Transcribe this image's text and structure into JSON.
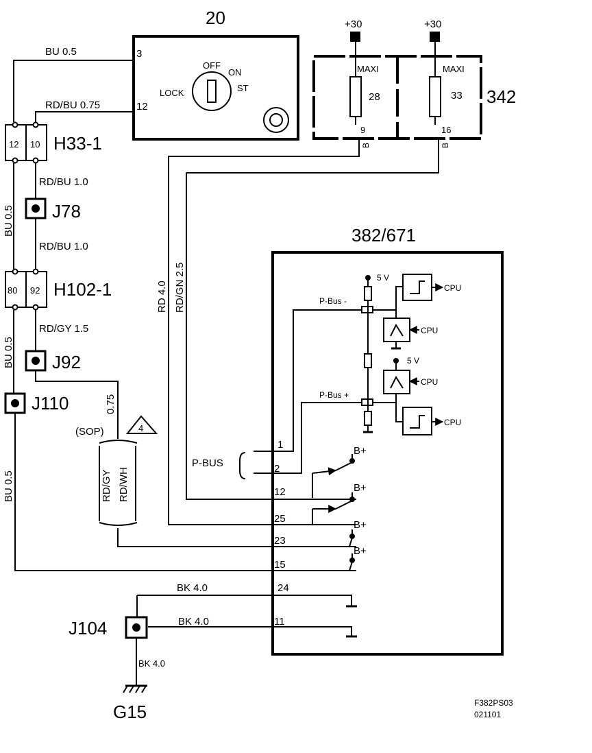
{
  "ignition_switch": {
    "id": "20",
    "pin_3": "3",
    "pin_12": "12",
    "pos_off": "OFF",
    "pos_on": "ON",
    "pos_lock": "LOCK",
    "pos_st": "ST"
  },
  "fuse_box": {
    "id": "342",
    "feed_left": "+30",
    "feed_right": "+30",
    "fuse_left_type": "MAXI",
    "fuse_left_no": "28",
    "fuse_left_pin": "9",
    "fuse_right_type": "MAXI",
    "fuse_right_no": "33",
    "fuse_right_pin": "16",
    "out_left_label": "B",
    "out_right_label": "B"
  },
  "connectors": {
    "h33": {
      "id": "H33-1",
      "pin_a": "12",
      "pin_b": "10"
    },
    "h102": {
      "id": "H102-1",
      "pin_a": "80",
      "pin_b": "92"
    },
    "j78": "J78",
    "j92": "J92",
    "j110": "J110",
    "j104": "J104",
    "ground": "G15"
  },
  "wires": {
    "w_bu_05_top": "BU   0.5",
    "w_rdbu_075": "RD/BU   0.75",
    "w_rdbu_10_a": "RD/BU  1.0",
    "w_rdbu_10_b": "RD/BU  1.0",
    "w_bu_05_left1": "BU  0.5",
    "w_rdgy_15": "RD/GY  1.5",
    "w_bu_05_left2": "BU  0.5",
    "w_bu_05_left3": "BU  0.5",
    "w_075": "0.75",
    "w_rd_40": "RD  4.0",
    "w_rdgn_25": "RD/GN  2.5",
    "w_bk_40_a": "BK  4.0",
    "w_bk_40_b": "BK  4.0",
    "w_bk_40_c": "BK 4.0",
    "sop": "(SOP)",
    "note_no": "4",
    "alt_rdgy": "RD/GY",
    "alt_rdwh": "RD/WH"
  },
  "module": {
    "id": "382/671",
    "pbus_label": "P-BUS",
    "pbus_minus": "P-Bus -",
    "pbus_plus": "P-Bus +",
    "v5_a": "5 V",
    "v5_b": "5 V",
    "cpu_1": "CPU",
    "cpu_2": "CPU",
    "cpu_3": "CPU",
    "cpu_4": "CPU",
    "pins": [
      "1",
      "2",
      "12",
      "25",
      "23",
      "15",
      "24",
      "11"
    ],
    "bplus": [
      "B+",
      "B+",
      "B+",
      "B+"
    ]
  },
  "footer": {
    "code": "F382PS03",
    "date": "021101"
  }
}
